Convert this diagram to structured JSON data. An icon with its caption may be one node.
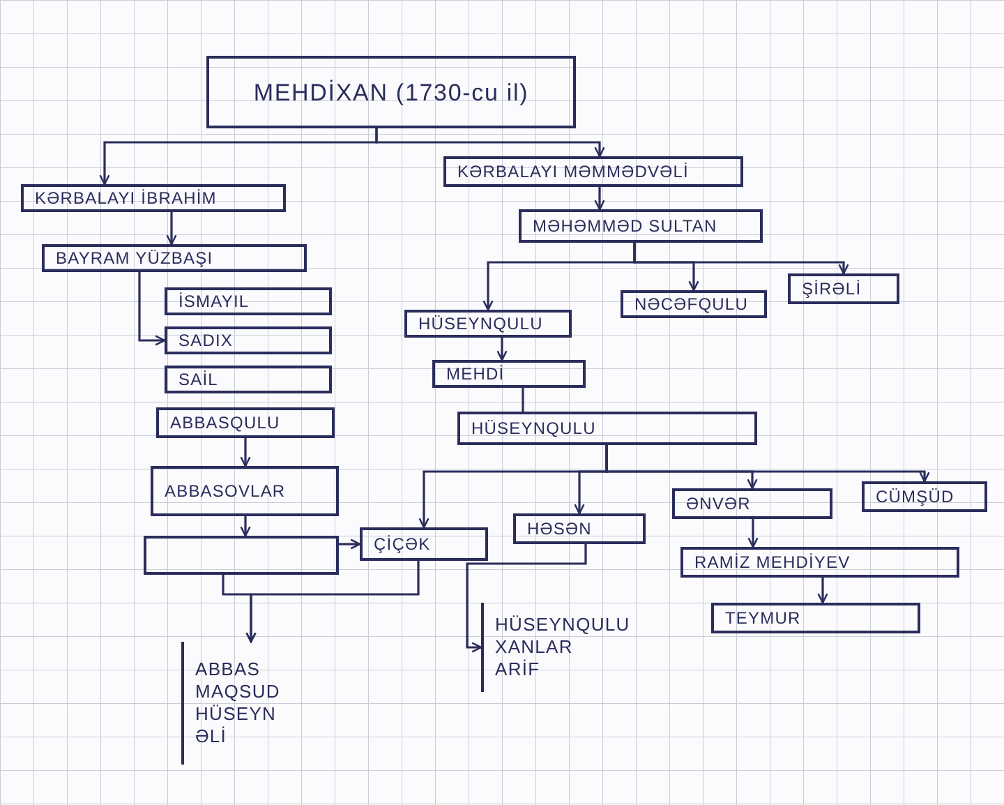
{
  "diagram": {
    "nodes": [
      {
        "text": [
          "MEHDİXAN (1730-cu il)"
        ]
      },
      {
        "text": [
          "KƏRBALAYI İBRAHİM"
        ]
      },
      {
        "text": [
          "KƏRBALAYI MƏMMƏDVƏLİ"
        ]
      },
      {
        "text": [
          "BAYRAM YÜZBAŞI"
        ]
      },
      {
        "text": [
          "İSMAYIL"
        ]
      },
      {
        "text": [
          "SADIX"
        ]
      },
      {
        "text": [
          "SAİL"
        ]
      },
      {
        "text": [
          "ABBASQULU"
        ]
      },
      {
        "text": [
          "ABBASOVLAR"
        ]
      },
      {
        "text": [],
        "shape": "box"
      },
      {
        "text": [
          "ÇİÇƏK"
        ]
      },
      {
        "text": [
          "MƏHƏMMƏD SULTAN"
        ]
      },
      {
        "text": [
          "HÜSEYNQULU"
        ]
      },
      {
        "text": [
          "NƏCƏFQULU"
        ]
      },
      {
        "text": [
          "ŞİRƏLİ"
        ]
      },
      {
        "text": [
          "MEHDİ"
        ]
      },
      {
        "text": [
          "HÜSEYNQULU"
        ]
      },
      {
        "text": [
          "HƏSƏN"
        ]
      },
      {
        "text": [
          "ƏNVƏR"
        ]
      },
      {
        "text": [
          "CÜMŞÜD"
        ]
      },
      {
        "text": [
          "RAMİZ MEHDİYEV"
        ]
      },
      {
        "text": [
          "TEYMUR"
        ]
      },
      {
        "text": [
          "ABBAS",
          "MAQSUD",
          "HÜSEYN",
          "ƏLİ"
        ]
      },
      {
        "text": [
          "HÜSEYNQULU",
          "XANLAR",
          "ARİF"
        ]
      }
    ],
    "edges": [
      {
        "from": 0,
        "to": 1,
        "arrow": "to"
      },
      {
        "from": 0,
        "to": 2,
        "arrow": "to"
      },
      {
        "from": 1,
        "to": 3,
        "arrow": "to"
      },
      {
        "from": 2,
        "to": 11,
        "arrow": "to"
      },
      {
        "from": 3,
        "to": 5,
        "arrow": "to"
      },
      {
        "from": 7,
        "to": 8,
        "arrow": "to"
      },
      {
        "from": 8,
        "to": 9,
        "arrow": "to"
      },
      {
        "from": 9,
        "to": 10,
        "arrow": "to"
      },
      {
        "from": 9,
        "to": 22,
        "arrow": "to"
      },
      {
        "from": 10,
        "to": 22,
        "arrow": "to"
      },
      {
        "from": 11,
        "to": 12,
        "arrow": "to"
      },
      {
        "from": 11,
        "to": 13,
        "arrow": "to"
      },
      {
        "from": 11,
        "to": 14,
        "arrow": "to"
      },
      {
        "from": 12,
        "to": 15,
        "arrow": "to"
      },
      {
        "from": 15,
        "to": 16,
        "arrow": "none"
      },
      {
        "from": 16,
        "to": 10,
        "arrow": "to"
      },
      {
        "from": 16,
        "to": 17,
        "arrow": "to"
      },
      {
        "from": 16,
        "to": 18,
        "arrow": "to"
      },
      {
        "from": 16,
        "to": 19,
        "arrow": "to"
      },
      {
        "from": 18,
        "to": 20,
        "arrow": "to"
      },
      {
        "from": 20,
        "to": 21,
        "arrow": "to"
      },
      {
        "from": 17,
        "to": 23,
        "arrow": "to"
      }
    ]
  }
}
